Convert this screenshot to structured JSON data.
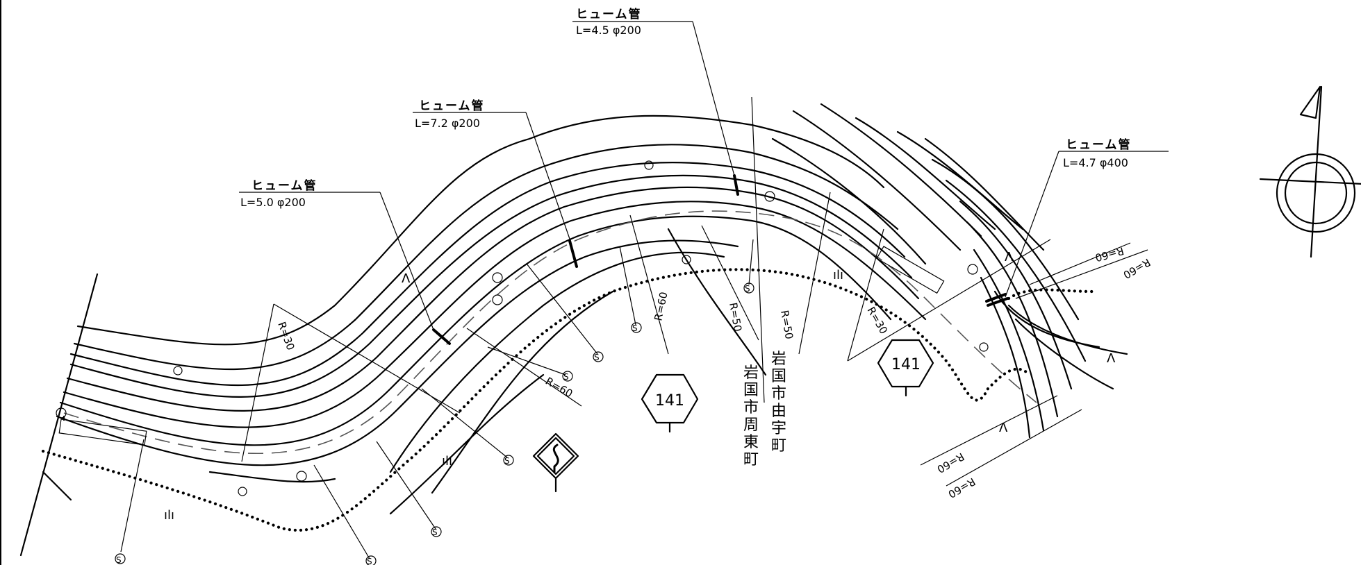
{
  "pipe_callouts": [
    {
      "title": "ヒューム管",
      "spec": "L=4.5 φ200"
    },
    {
      "title": "ヒューム管",
      "spec": "L=7.2 φ200"
    },
    {
      "title": "ヒューム管",
      "spec": "L=5.0 φ200"
    },
    {
      "title": "ヒューム管",
      "spec": "L=4.7 φ400"
    }
  ],
  "curve_radii": [
    "R=30",
    "R=60",
    "R=60",
    "R=50",
    "R=50",
    "R=30",
    "R=60",
    "R=60",
    "R=60",
    "R=60"
  ],
  "route_shields": [
    "141",
    "141"
  ],
  "town_names": {
    "east_column": [
      "岩",
      "国",
      "市",
      "由",
      "宇",
      "町"
    ],
    "west_column": [
      "岩",
      "国",
      "市",
      "周",
      "東",
      "町"
    ]
  },
  "map_symbols": {
    "utility_pole": "S",
    "mountain": "ılı",
    "conifer": "Λ",
    "sign_symbol": "winding-road-ahead"
  },
  "colors": {
    "line": "#000000",
    "background": "#ffffff",
    "centerline": "#555555"
  }
}
